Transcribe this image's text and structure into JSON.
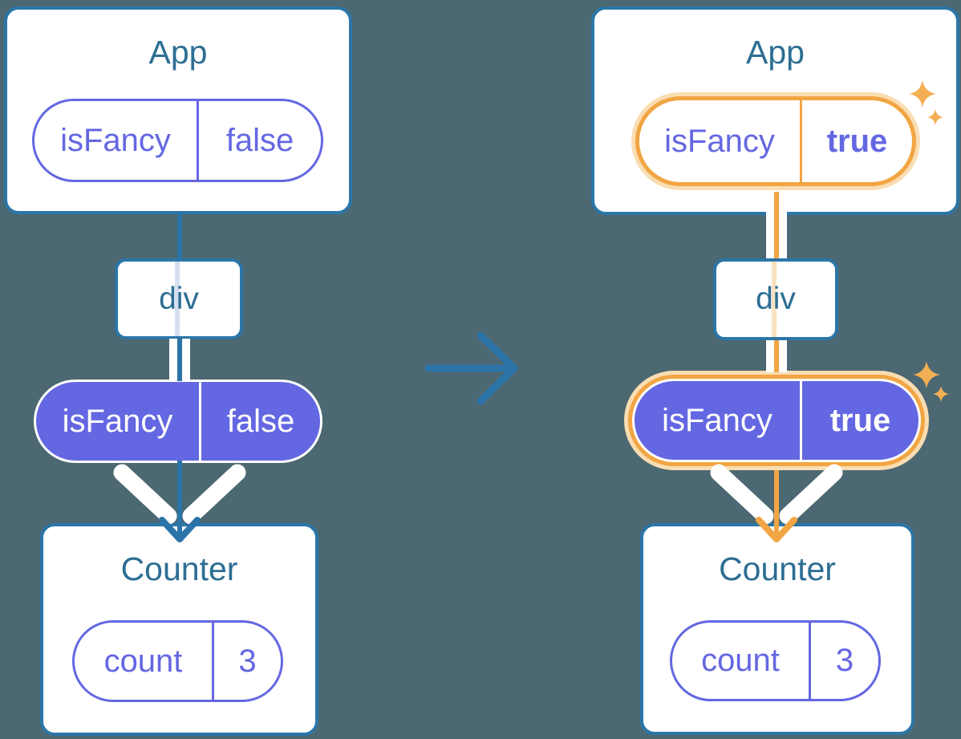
{
  "diagram": {
    "left": {
      "app": {
        "title": "App",
        "prop": {
          "name": "isFancy",
          "value": "false"
        }
      },
      "div": {
        "label": "div"
      },
      "passed_prop": {
        "name": "isFancy",
        "value": "false"
      },
      "counter": {
        "title": "Counter",
        "state": {
          "name": "count",
          "value": "3"
        }
      }
    },
    "right": {
      "app": {
        "title": "App",
        "prop": {
          "name": "isFancy",
          "value": "true"
        }
      },
      "div": {
        "label": "div"
      },
      "passed_prop": {
        "name": "isFancy",
        "value": "true"
      },
      "counter": {
        "title": "Counter",
        "state": {
          "name": "count",
          "value": "3"
        }
      }
    },
    "colors": {
      "background": "#4C6872",
      "card_fill": "#FFFFFF",
      "card_border": "#2B76A8",
      "component_title_text": "#2D6E93",
      "state_purple": "#6467E2",
      "connector_blue": "#2B74A8",
      "highlight_orange": "#F1A543",
      "highlight_orange_light": "#FADDB2",
      "sparkle_orange": "#F4AF54",
      "pale_inner_line_blue": "#D5DFF1",
      "pale_inner_line_orange": "#FAE3C2"
    }
  }
}
